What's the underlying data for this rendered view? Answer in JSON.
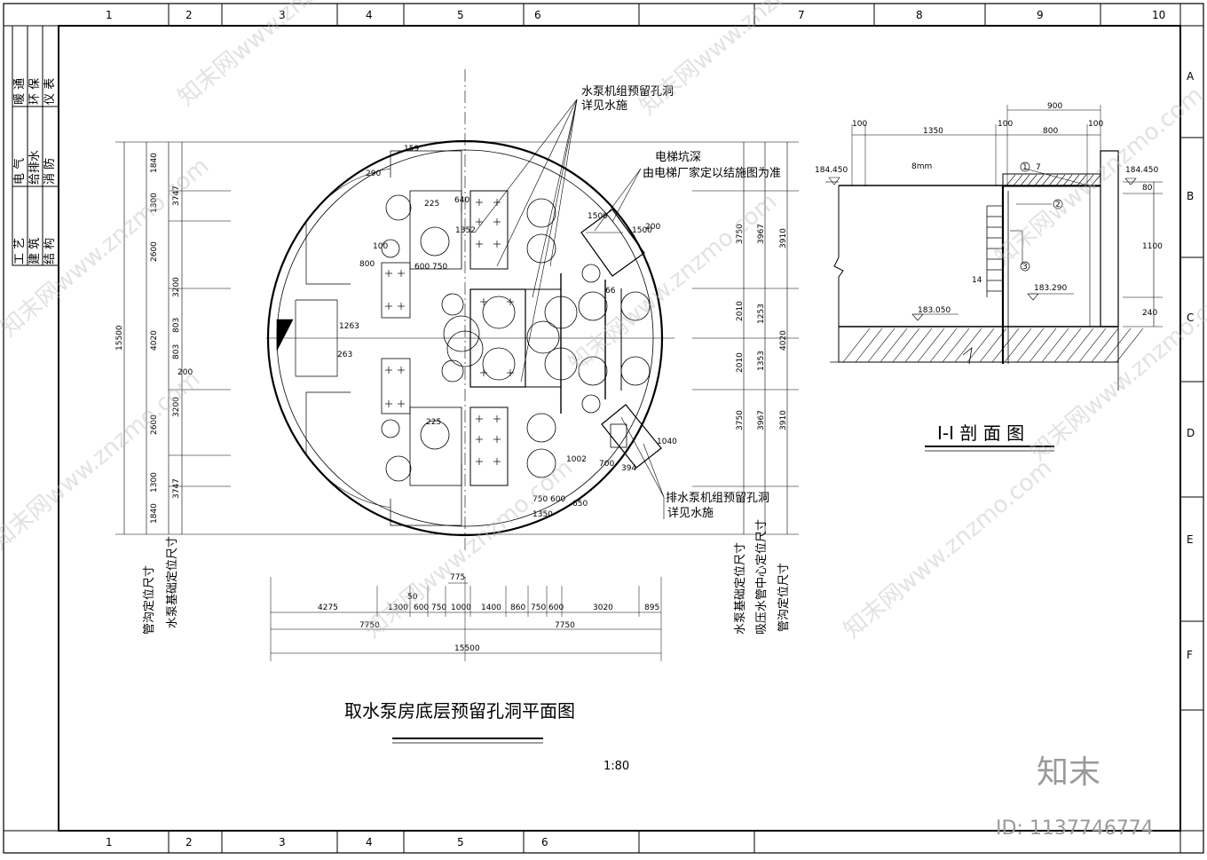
{
  "border": {
    "columns_top": [
      "1",
      "2",
      "3",
      "4",
      "5",
      "6",
      "7",
      "8",
      "9",
      "10"
    ],
    "columns_bottom": [
      "1",
      "2",
      "3",
      "4",
      "5",
      "6"
    ],
    "rows_right": [
      "A",
      "B",
      "C",
      "D",
      "E",
      "F"
    ]
  },
  "approval_block": {
    "cells": [
      "工 艺",
      "电 气",
      "暖 通",
      "建 筑",
      "给排水",
      "环 保",
      "结 构",
      "消 防",
      "仪 表"
    ]
  },
  "plan": {
    "title": "取水泵房底层预留孔洞平面图",
    "scale": "1:80",
    "notes": {
      "pump_openings": "水泵机组预留孔洞",
      "pump_openings_ref": "详见水施",
      "elevator_pit": "电梯坑深",
      "elevator_pit_ref": "由电梯厂家定以结施图为准",
      "drain_openings": "排水泵机组预留孔洞",
      "drain_openings_ref": "详见水施"
    },
    "side_labels_left": [
      "管沟定位尺寸",
      "水泵基础定位尺寸"
    ],
    "side_labels_right": [
      "水泵基础定位尺寸",
      "吸压水管中心定位尺寸",
      "管沟定位尺寸"
    ],
    "dims_bottom_row1": [
      "4275",
      "1300",
      "600",
      "750",
      "1000",
      "1400",
      "860",
      "750",
      "600",
      "3020",
      "895"
    ],
    "dims_bottom_row2": [
      "7750",
      "7750"
    ],
    "dims_bottom_total": "15500",
    "dims_bottom_small": [
      "50",
      "775"
    ],
    "dims_left_total": "15500",
    "dims_left_a": [
      "1840",
      "1300",
      "2600",
      "4020",
      "2600",
      "1300",
      "1840"
    ],
    "dims_left_b": [
      "3747",
      "3200",
      "803",
      "803",
      "3200",
      "3747"
    ],
    "dims_right_a": [
      "3750",
      "2010",
      "2010",
      "3750"
    ],
    "dims_right_b": [
      "3967",
      "1253",
      "1353",
      "3967"
    ],
    "dims_right_c": [
      "3910",
      "4020",
      "3910"
    ],
    "dims_inner": [
      "225",
      "640",
      "1352",
      "800",
      "600",
      "750",
      "100",
      "290",
      "200",
      "1500",
      "1500",
      "200",
      "1040",
      "700",
      "394",
      "1350",
      "750",
      "600",
      "650",
      "1002",
      "159",
      "225",
      "1263",
      "263",
      "66"
    ]
  },
  "section": {
    "title": "I-I 剖 面 图",
    "dims_top": [
      "900",
      "100",
      "1350",
      "100",
      "800",
      "100"
    ],
    "elevations": [
      "184.450",
      "184.450",
      "183.290",
      "183.050"
    ],
    "dims_right": [
      "80",
      "1100",
      "240"
    ],
    "markers": [
      "1",
      "2",
      "3"
    ],
    "note": "8mm",
    "bar_note": "14",
    "bar_label": "7"
  },
  "watermarks": [
    "知末网www.znzmo.com"
  ],
  "branding": {
    "logo": "知末",
    "id": "ID: 1137746774"
  }
}
